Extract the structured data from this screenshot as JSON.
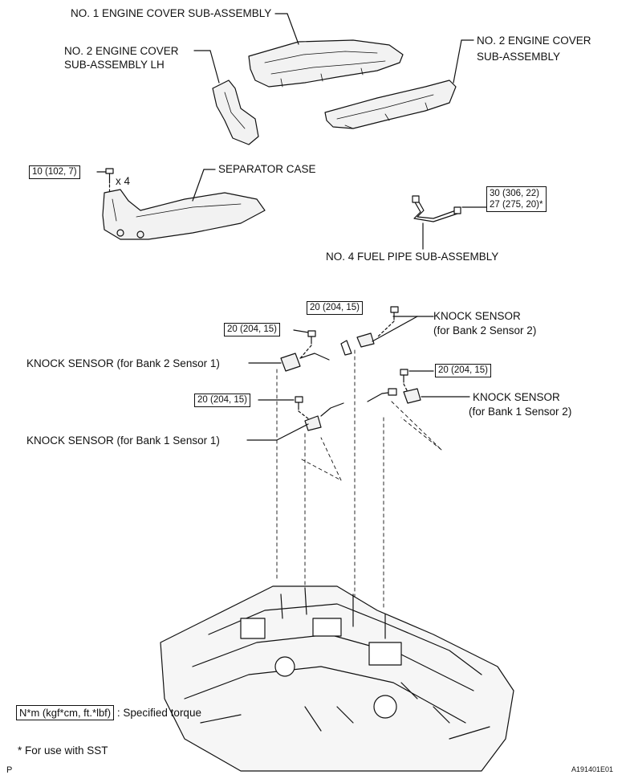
{
  "labels": {
    "no1_cover": "NO. 1 ENGINE COVER SUB-ASSEMBLY",
    "no2_cover_lh_l1": "NO. 2 ENGINE COVER",
    "no2_cover_lh_l2": "SUB-ASSEMBLY LH",
    "no2_cover_l1": "NO. 2 ENGINE COVER",
    "no2_cover_l2": "SUB-ASSEMBLY",
    "separator_case": "SEPARATOR CASE",
    "fuel_pipe": "NO. 4 FUEL PIPE SUB-ASSEMBLY",
    "knock_b2s2_l1": "KNOCK SENSOR",
    "knock_b2s2_l2": "(for Bank 2 Sensor 2)",
    "knock_b2s1": "KNOCK SENSOR (for Bank 2 Sensor 1)",
    "knock_b1s2_l1": "KNOCK SENSOR",
    "knock_b1s2_l2": "(for Bank 1 Sensor 2)",
    "knock_b1s1": "KNOCK SENSOR (for Bank 1 Sensor 1)",
    "bolt_count": "x 4"
  },
  "torques": {
    "separator_bolt": "10 (102, 7)",
    "fuel_pipe_1": "30 (306, 22)",
    "fuel_pipe_2": "27 (275, 20)*",
    "knock_b2s2": "20 (204, 15)",
    "knock_b2s1": "20 (204, 15)",
    "knock_b1s2": "20 (204, 15)",
    "knock_b1s1": "20 (204, 15)"
  },
  "legend": {
    "unit_box": "N*m (kgf*cm, ft.*lbf)",
    "unit_desc": ": Specified torque",
    "sst_note": "* For use with SST"
  },
  "footer": {
    "corner_left": "P",
    "figure_id": "A191401E01"
  },
  "colors": {
    "ink": "#111111",
    "background": "#ffffff"
  }
}
